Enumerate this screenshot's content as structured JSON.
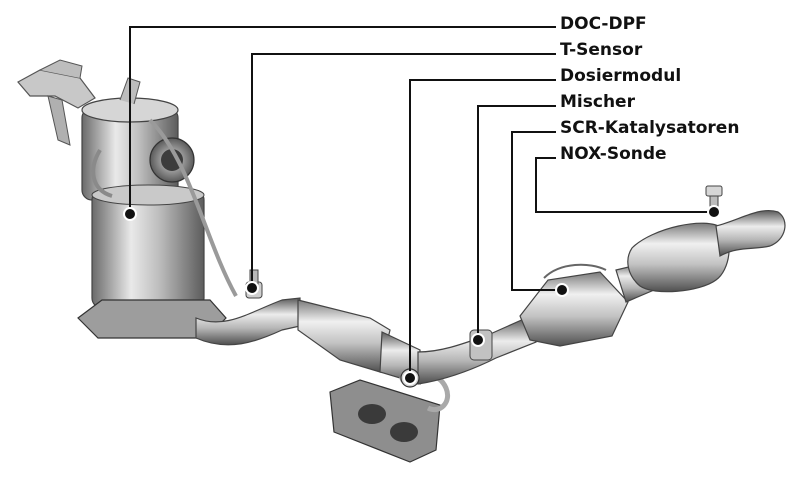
{
  "labels": [
    {
      "id": "doc-dpf",
      "text": "DOC-DPF"
    },
    {
      "id": "t-sensor",
      "text": "T-Sensor"
    },
    {
      "id": "dosiermodul",
      "text": "Dosiermodul"
    },
    {
      "id": "mischer",
      "text": "Mischer"
    },
    {
      "id": "scr-katalysatoren",
      "text": "SCR-Katalysatoren"
    },
    {
      "id": "nox-sonde",
      "text": "NOX-Sonde"
    }
  ],
  "colors": {
    "leader_line": "#111111",
    "metal_light": "#e6e6e6",
    "metal_mid": "#a9a9a9",
    "metal_dark": "#5a5a5a"
  }
}
